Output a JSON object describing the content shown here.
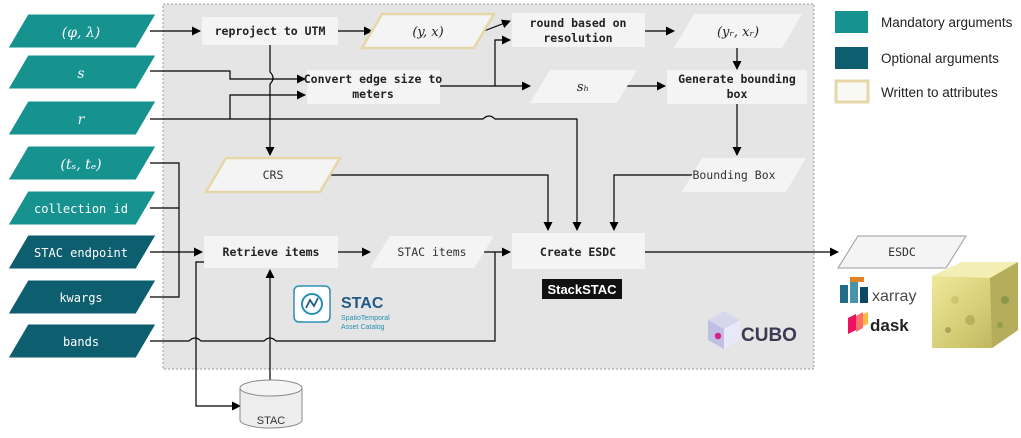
{
  "inputs": {
    "phi_lambda": "(φ, λ)",
    "s": "s",
    "r": "r",
    "ts_te": "(tₛ, tₑ)",
    "collection_id": "collection id",
    "stac_endpoint": "STAC endpoint",
    "kwargs": "kwargs",
    "bands": "bands"
  },
  "processes": {
    "reproject": "reproject to UTM",
    "round_line1": "round based on",
    "round_line2": "resolution",
    "convert_line1": "Convert edge size to",
    "convert_line2": "meters",
    "bbox_line1": "Generate bounding",
    "bbox_line2": "box",
    "retrieve": "Retrieve items",
    "create": "Create ESDC"
  },
  "intermediates": {
    "yx": "(y, x)",
    "yr_xr": "(yᵣ, xᵣ)",
    "sh": "sₕ",
    "crs": "CRS",
    "bounding_box": "Bounding Box",
    "stac_items": "STAC items",
    "esdc": "ESDC"
  },
  "database": {
    "stac": "STAC"
  },
  "legend": {
    "mandatory": "Mandatory arguments",
    "optional": "Optional arguments",
    "written": "Written to attributes"
  },
  "logos": {
    "stackstac": "StackSTAC",
    "stac_title": "STAC",
    "stac_sub1": "SpatioTemporal",
    "stac_sub2": "Asset Catalog",
    "cubo": "CUBO",
    "xarray": "xarray",
    "dask": "dask"
  },
  "colors": {
    "mandatory": "#16928f",
    "optional": "#0d5e6e",
    "written_border": "#e6d6a8",
    "panel": "#e5e5e5",
    "box": "#f4f4f4"
  }
}
